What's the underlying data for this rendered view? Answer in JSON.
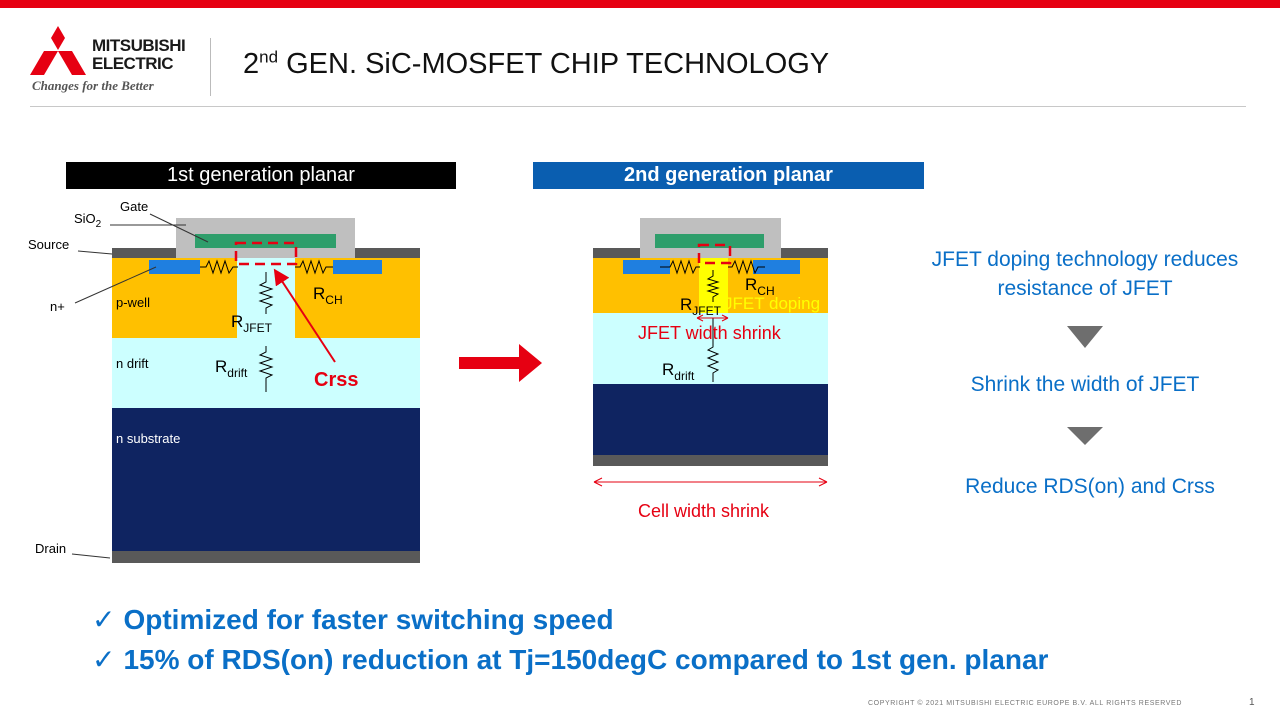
{
  "header": {
    "logo_line1": "MITSUBISHI",
    "logo_line2": "ELECTRIC",
    "slogan": "Changes for the Better",
    "title_prefix": "2",
    "title_sup": "nd",
    "title_rest": " GEN. SiC-MOSFET CHIP TECHNOLOGY"
  },
  "gen1": {
    "banner": "1st generation planar",
    "labels": {
      "gate": "Gate",
      "sio2": "SiO",
      "sio2_sub": "2",
      "source": "Source",
      "nplus": "n+",
      "pwell": "p-well",
      "ndrift": "n drift",
      "nsubstrate": "n substrate",
      "drain": "Drain",
      "rch": "R",
      "rch_sub": "CH",
      "rjfet": "R",
      "rjfet_sub": "JFET",
      "rdrift": "R",
      "rdrift_sub": "drift",
      "crss": "Crss"
    }
  },
  "gen2": {
    "banner": "2nd generation planar",
    "labels": {
      "rch": "R",
      "rch_sub": "CH",
      "rjfet": "R",
      "rjfet_sub": "JFET",
      "jfet_doping": "JFET doping",
      "jfet_shrink": "JFET width shrink",
      "rdrift": "R",
      "rdrift_sub": "drift",
      "cell_shrink": "Cell width shrink"
    }
  },
  "right": {
    "step1": "JFET doping technology reduces resistance of JFET",
    "step2": "Shrink the width of JFET",
    "step3": "Reduce RDS(on) and Crss"
  },
  "bullets": {
    "check": "✓",
    "b1": "Optimized for faster switching speed",
    "b2": "15% of RDS(on) reduction at Tj=150degC compared to 1st gen. planar"
  },
  "footer": {
    "copyright": "COPYRIGHT © 2021 MITSUBISHI ELECTRIC EUROPE B.V. ALL RIGHTS RESERVED",
    "page": "1"
  },
  "colors": {
    "brand_red": "#e60012",
    "accent_blue": "#0a6fc7",
    "pwell": "#ffc000",
    "ndrift": "#ccffff",
    "substrate": "#0f2461",
    "gate": "#2e9e6b",
    "jfet_doping": "#ffff00"
  }
}
